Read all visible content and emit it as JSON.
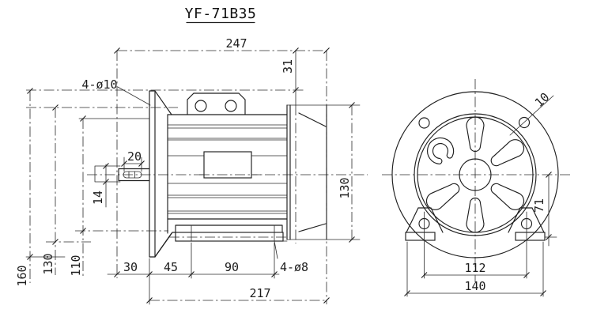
{
  "title": "YF-71B35",
  "colors": {
    "line": "#1f1f1f",
    "background": "#ffffff"
  },
  "side_view": {
    "dimensions": {
      "overall_length": "247",
      "fan_cover_offset": "31",
      "flange_hole_callout": "4-ø10",
      "keyway_length": "20",
      "shaft_diameter": "14",
      "flange_outer_diameter": "160",
      "bolt_circle_diameter": "130",
      "spigot_diameter": "110",
      "shaft_extension": "30",
      "flange_to_foot_hole": "45",
      "foot_hole_spacing": "90",
      "frame_length": "217",
      "foot_hole_callout": "4-ø8",
      "fan_cover_diameter": "130"
    }
  },
  "front_view": {
    "dimensions": {
      "flange_hole_diameter": "10",
      "shaft_center_height": "71",
      "foot_hole_cross_spacing": "112",
      "base_width": "140"
    }
  }
}
